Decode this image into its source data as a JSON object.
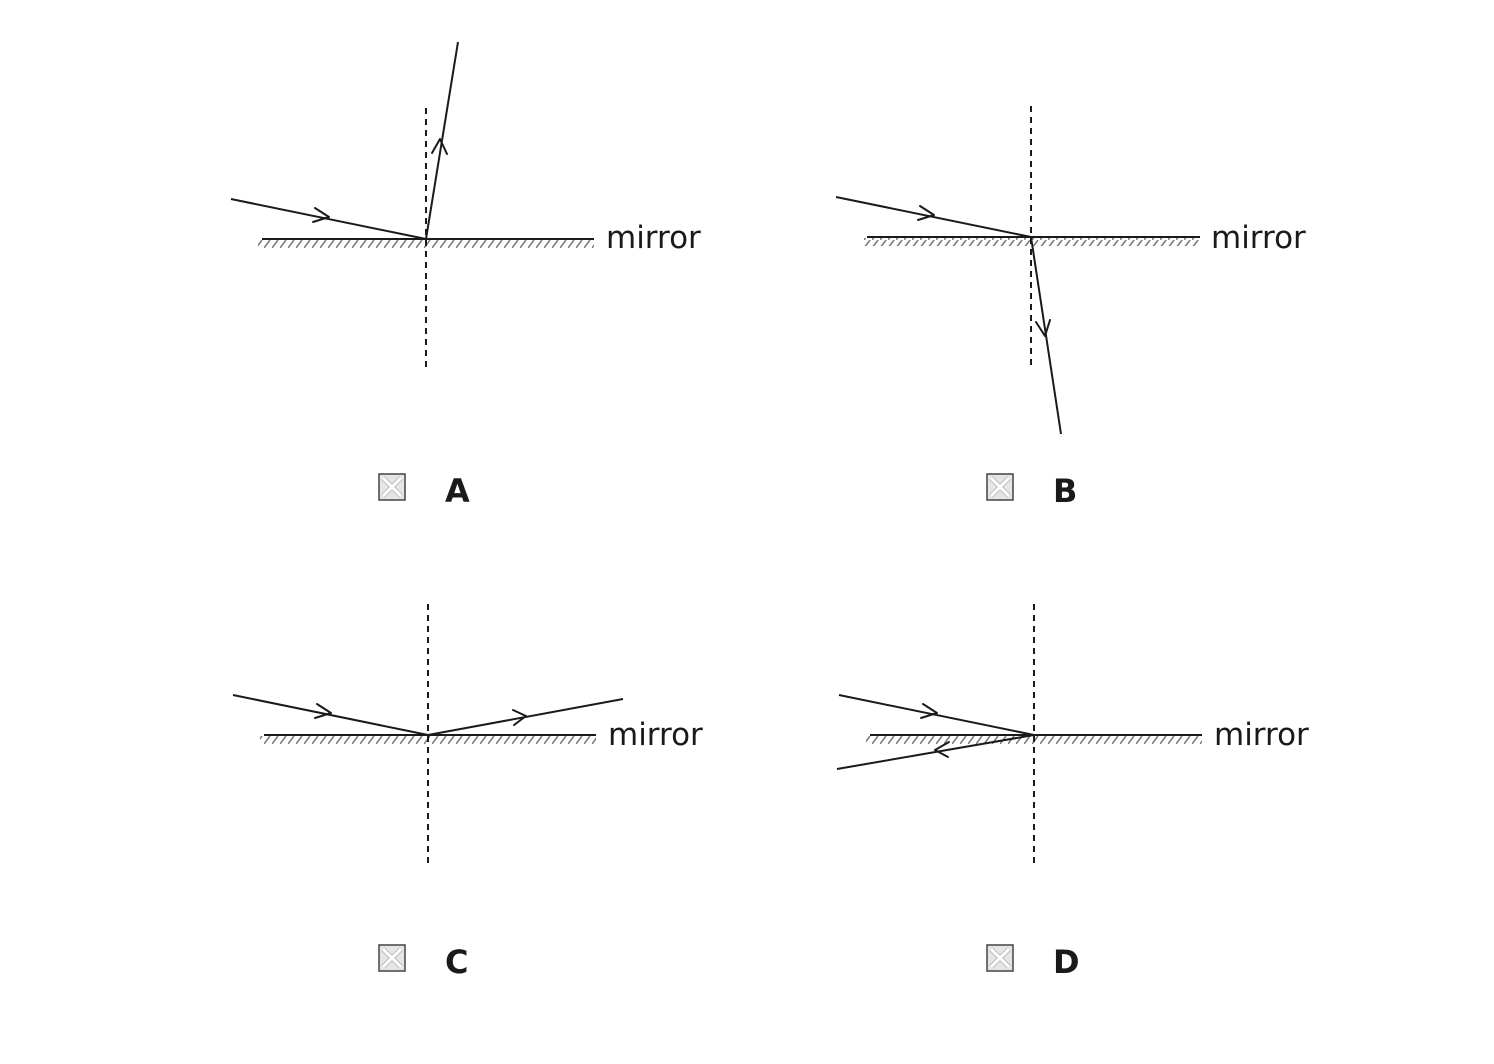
{
  "options": [
    {
      "id": "A",
      "letter": "A",
      "mirror_label": "mirror",
      "ray_description_incident": "incident ray arriving from upper-left",
      "reflected_direction": "up-right, steep"
    },
    {
      "id": "B",
      "letter": "B",
      "mirror_label": "mirror",
      "reflected_direction": "down-right, through mirror"
    },
    {
      "id": "C",
      "letter": "C",
      "mirror_label": "mirror",
      "reflected_direction": "up-right, equal angle"
    },
    {
      "id": "D",
      "letter": "D",
      "mirror_label": "mirror",
      "reflected_direction": "down-left, back through mirror"
    }
  ],
  "colors": {
    "ink": "#1a1a1a",
    "hatch": "#777777",
    "checkbox_fill": "#e6e6e6"
  },
  "icons": {
    "checkbox": "crossed-checkbox-icon",
    "arrow": "arrowhead-icon"
  }
}
